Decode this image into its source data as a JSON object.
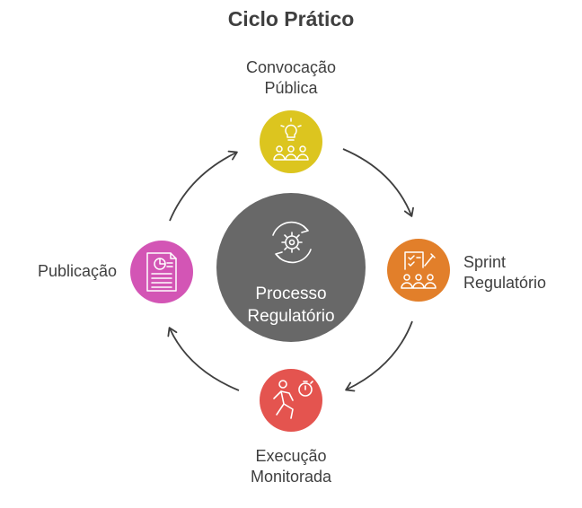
{
  "title": "Ciclo Prático",
  "center": {
    "line1": "Processo",
    "line2": "Regulatório",
    "color": "#686868",
    "icon": "gear-cycle-icon"
  },
  "stages": [
    {
      "id": "convocacao",
      "line1": "Convocação",
      "line2": "Pública",
      "color": "#dcc51f",
      "icon": "lightbulb-audience-icon"
    },
    {
      "id": "sprint",
      "line1": "Sprint",
      "line2": "Regulatório",
      "color": "#e27f2a",
      "icon": "checklist-team-icon"
    },
    {
      "id": "execucao",
      "line1": "Execução",
      "line2": "Monitorada",
      "color": "#e4544f",
      "icon": "runner-stopwatch-icon"
    },
    {
      "id": "publicacao",
      "line1": "Publicação",
      "line2": "",
      "color": "#d355b5",
      "icon": "document-chart-icon"
    }
  ]
}
